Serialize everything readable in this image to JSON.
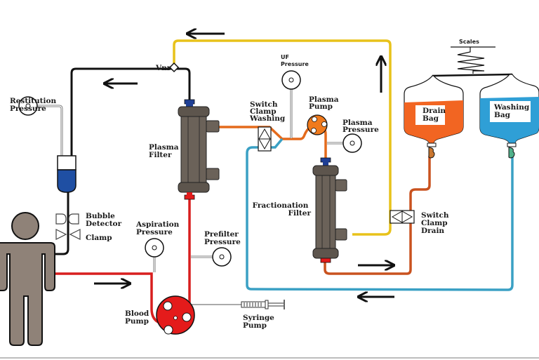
{
  "diagram": {
    "title": "Double Filtration Plasmapheresis Circuit",
    "colors": {
      "blood_red": "#d81e1e",
      "blood_return": "#111111",
      "plasma_orange": "#e46a1c",
      "drain_orange_brown": "#c9521f",
      "waste_yellow": "#e8c21a",
      "washing_blue": "#3aa0c4",
      "filter_gray": "#6b6259",
      "person_gray": "#8f8278",
      "drain_bag_fill": "#f26522",
      "washing_bag_fill": "#2f9fd6",
      "chamber_blue": "#1f4fa3",
      "connector_blue": "#1f3f95"
    },
    "labels": {
      "restitution_pressure": [
        "Restitution",
        "Pressure"
      ],
      "bubble_detector": [
        "Bubble",
        "Detector"
      ],
      "clamp": "Clamp",
      "aspiration_pressure": [
        "Aspiration",
        "Pressure"
      ],
      "prefilter_pressure": [
        "Prefilter",
        "Pressure"
      ],
      "blood_pump": [
        "Blood",
        "Pump"
      ],
      "syringe_pump": [
        "Syringe",
        "Pump"
      ],
      "plasma_filter": [
        "Plasma",
        "Filter"
      ],
      "vnr": "Vnr",
      "uf_pressure": [
        "UF",
        "Pressure"
      ],
      "switch_clamp_washing": [
        "Switch",
        "Clamp",
        "Washing"
      ],
      "plasma_pump": [
        "Plasma",
        "Pump"
      ],
      "plasma_pressure": [
        "Plasma",
        "Pressure"
      ],
      "fractionation_filter": [
        "Fractionation",
        "Filter"
      ],
      "switch_clamp_drain": [
        "Switch",
        "Clamp",
        "Drain"
      ],
      "scales": "Scales",
      "drain_bag": [
        "Drain",
        "Bag"
      ],
      "washing_bag": [
        "Washing",
        "Bag"
      ]
    },
    "flow_arrows": [
      {
        "id": "yellow-top",
        "direction": "left"
      },
      {
        "id": "return-line",
        "direction": "left"
      },
      {
        "id": "yellow-riser",
        "direction": "up"
      },
      {
        "id": "blood-in",
        "direction": "right"
      },
      {
        "id": "drain-line",
        "direction": "right"
      },
      {
        "id": "washing-line",
        "direction": "left"
      }
    ]
  }
}
